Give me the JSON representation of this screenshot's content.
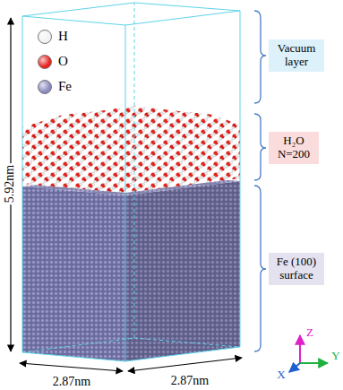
{
  "diagram": {
    "nodes": [
      {
        "text": [
          "Vacuum layer"
        ]
      },
      {
        "text": [
          "H₂O N=200"
        ]
      },
      {
        "text": [
          "Fe (100) surface"
        ]
      }
    ],
    "labels": [
      "5.92nm",
      "2.87nm",
      "2.87nm",
      "Z",
      "X",
      "Y"
    ],
    "legend": [
      {
        "text": "H",
        "color": "#f2f2f2"
      },
      {
        "text": "O",
        "color": "#e8221c"
      },
      {
        "text": "Fe",
        "color": "#8a8ac0"
      }
    ]
  }
}
